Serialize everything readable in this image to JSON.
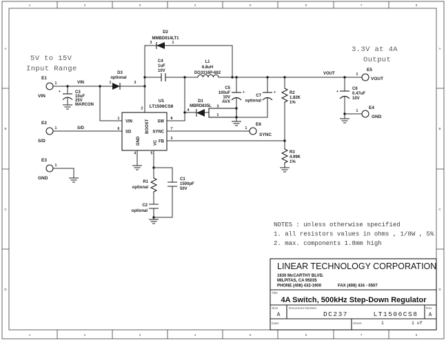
{
  "frame": {
    "cols": [
      "1",
      "2",
      "3",
      "4",
      "5",
      "6",
      "7",
      "8"
    ],
    "rows": [
      "A",
      "B",
      "C",
      "D"
    ]
  },
  "annotations": {
    "input_range": [
      "5V to 15V",
      "Input Range"
    ],
    "output": [
      "3.3V at 4A",
      "Output"
    ],
    "notes": [
      "NOTES : unless otherwise specified",
      "1. all resistors values in ohms , 1/8W , 5%",
      "2. max. components 1.8mm high"
    ]
  },
  "nets": {
    "vin": "VIN",
    "sd": "S/D",
    "vout": "VOUT"
  },
  "plus": "+",
  "u1": {
    "ref": "U1",
    "part": "LT1506CS8",
    "pins": {
      "vin": {
        "name": "VIN",
        "num": "1"
      },
      "sd": {
        "name": "SD",
        "num": "6"
      },
      "boost": {
        "name": "BOOST",
        "num": "2"
      },
      "sw": {
        "name": "SW",
        "num": "8"
      },
      "sync": {
        "name": "SYNC",
        "num": "7"
      },
      "fb": {
        "name": "FB",
        "num": "3"
      },
      "gnd": {
        "name": "GND",
        "num": "4"
      },
      "vc": {
        "name": "VC",
        "num": "5"
      }
    }
  },
  "parts": {
    "c3": {
      "ref": "C3",
      "lines": [
        "10uF",
        "25V",
        "MARCON"
      ]
    },
    "d3": {
      "ref": "D3",
      "lines": [
        "optional"
      ],
      "pin_a": "1",
      "pin_b": "3"
    },
    "d2": {
      "ref": "D2",
      "lines": [
        "MMBD914LT1"
      ],
      "pin_a": "3",
      "pin_b": "1"
    },
    "c4": {
      "ref": "C4",
      "lines": [
        "1uF",
        "10V"
      ]
    },
    "l1": {
      "ref": "L1",
      "lines": [
        "6.8uH",
        "DO3316P-682"
      ]
    },
    "d1": {
      "ref": "D1",
      "lines": [
        "MBRD835L"
      ],
      "pin_a": "4",
      "pin_b": "3",
      "pin_c": "1"
    },
    "c5": {
      "ref": "C5",
      "lines": [
        "100uF",
        "10V",
        "AVX"
      ]
    },
    "c7": {
      "ref": "C7",
      "lines": [
        "optional"
      ]
    },
    "r2": {
      "ref": "R2",
      "lines": [
        "1.82K",
        "1%"
      ]
    },
    "r3": {
      "ref": "R3",
      "lines": [
        "4.99K",
        "1%"
      ]
    },
    "c6": {
      "ref": "C6",
      "lines": [
        "0.47uF",
        "10V"
      ]
    },
    "r1": {
      "ref": "R1",
      "lines": [
        "optional"
      ]
    },
    "c1": {
      "ref": "C1",
      "lines": [
        "1500pF",
        "50V"
      ]
    },
    "c2": {
      "ref": "C2",
      "lines": [
        "optional"
      ]
    }
  },
  "connectors": {
    "e1": {
      "ref": "E1",
      "label": "VIN",
      "pin": "1"
    },
    "e2": {
      "ref": "E2",
      "label": "S/D",
      "pin": "1"
    },
    "e3": {
      "ref": "E3",
      "label": "GND",
      "pin": "1"
    },
    "e4": {
      "ref": "E4",
      "label": "GND",
      "pin": "1"
    },
    "e5": {
      "ref": "E5",
      "label": "VOUT",
      "pin": "1"
    },
    "e6": {
      "ref": "E6",
      "label": "SYNC",
      "pin": "1"
    }
  },
  "title_block": {
    "company": "LINEAR TECHNOLOGY CORPORATION",
    "address1": "1630 McCARTHY BLVD.",
    "address2": "MILPITAS, CA  95035",
    "phone": "PHONE (408) 432-1900",
    "fax": "FAX (408) 434 - 0507",
    "title_label": "Title",
    "title": "4A Switch, 500kHz Step-Down Regulator",
    "size_label": "Size",
    "size": "A",
    "doc_label": "Document Number",
    "doc_number": "DC237",
    "doc_part": "LT1506CS8",
    "rev_label": "Rev",
    "rev": "A",
    "date_label": "Date:",
    "sheet_label": "Sheet",
    "sheet_num": "1",
    "sheet_of": "1 of"
  }
}
